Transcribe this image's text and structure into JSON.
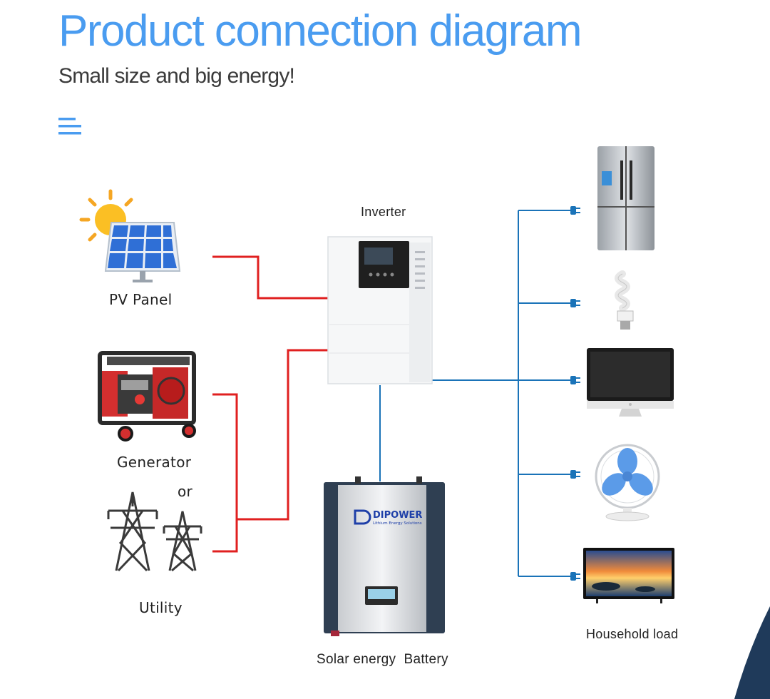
{
  "header": {
    "title": "Product connection diagram",
    "subtitle": "Small size and big energy!"
  },
  "diagram": {
    "inverter_label": "Inverter",
    "pv_label": "PV Panel",
    "generator_label": "Generator",
    "or_label": "or",
    "utility_label": "Utility",
    "battery_label": "Solar energy  Battery",
    "load_label": "Household load",
    "battery_brand": "DIPOWER",
    "battery_tagline": "Lithium Energy Solutions"
  },
  "colors": {
    "title": "#4a9cf0",
    "ac_input_line": "#e02020",
    "output_line": "#1a73b8"
  },
  "icons": [
    "menu-icon",
    "sun-icon",
    "solar-panel-icon",
    "generator-icon",
    "power-tower-icon",
    "inverter-icon",
    "battery-icon",
    "fridge-icon",
    "bulb-icon",
    "monitor-icon",
    "fan-icon",
    "tv-icon",
    "plug-icon"
  ]
}
